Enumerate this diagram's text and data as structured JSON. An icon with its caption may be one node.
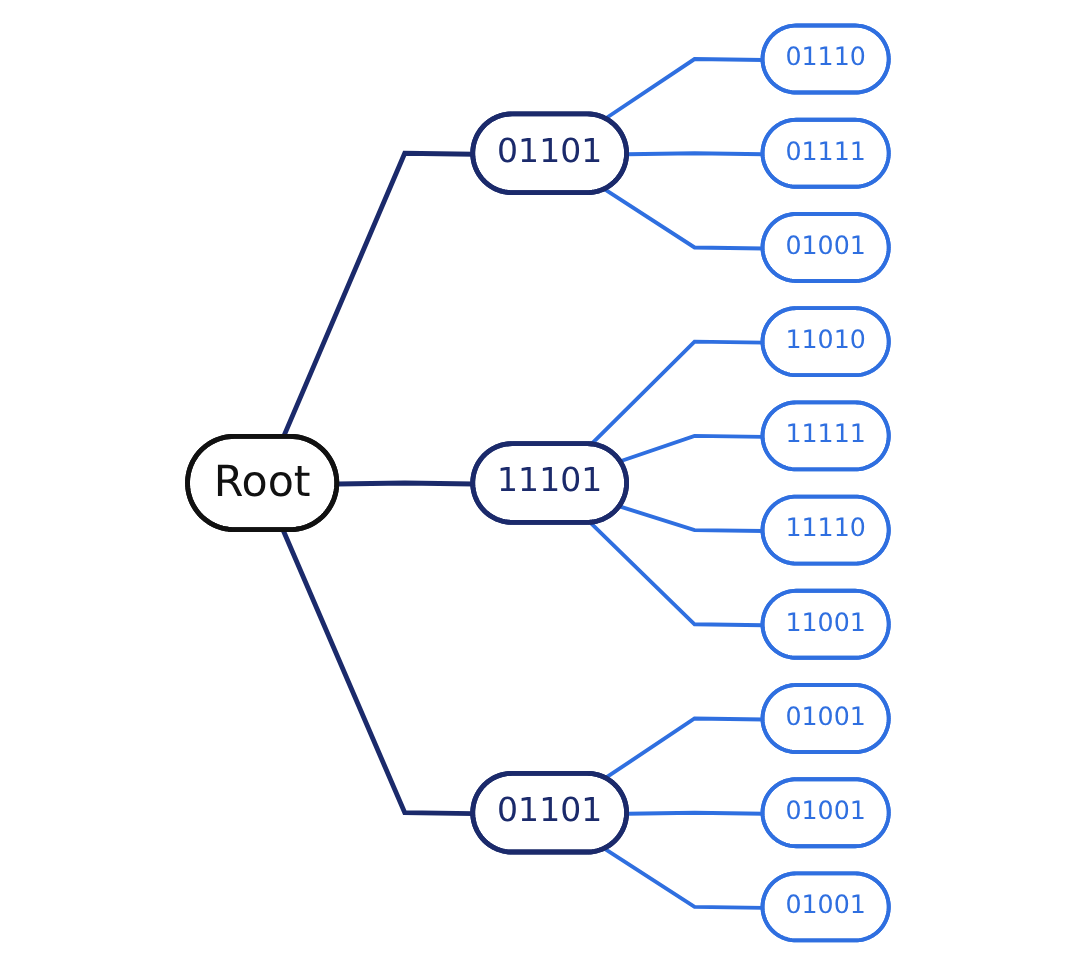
{
  "diagram": {
    "nodes": [
      {
        "text": [
          "Root"
        ]
      },
      {
        "text": [
          "01101"
        ]
      },
      {
        "text": [
          "01110"
        ]
      },
      {
        "text": [
          "01111"
        ]
      },
      {
        "text": [
          "01001"
        ]
      },
      {
        "text": [
          "11101"
        ]
      },
      {
        "text": [
          "11010"
        ]
      },
      {
        "text": [
          "11111"
        ]
      },
      {
        "text": [
          "11110"
        ]
      },
      {
        "text": [
          "11001"
        ]
      },
      {
        "text": [
          "01101"
        ]
      },
      {
        "text": [
          "01001"
        ]
      },
      {
        "text": [
          "01001"
        ]
      },
      {
        "text": [
          "01001"
        ]
      }
    ],
    "edges": [
      {
        "from": 0,
        "to": 1,
        "arrow": "none",
        "color": "#1b2a6b"
      },
      {
        "from": 1,
        "to": 2,
        "arrow": "none"
      },
      {
        "from": 1,
        "to": 3,
        "arrow": "none"
      },
      {
        "from": 1,
        "to": 4,
        "arrow": "none"
      },
      {
        "from": 0,
        "to": 5,
        "arrow": "none",
        "color": "#1b2a6b"
      },
      {
        "from": 5,
        "to": 6,
        "arrow": "none"
      },
      {
        "from": 5,
        "to": 7,
        "arrow": "none"
      },
      {
        "from": 5,
        "to": 8,
        "arrow": "none"
      },
      {
        "from": 5,
        "to": 9,
        "arrow": "none"
      },
      {
        "from": 0,
        "to": 10,
        "arrow": "none",
        "color": "#1b2a6b"
      },
      {
        "from": 10,
        "to": 11,
        "arrow": "none"
      },
      {
        "from": 10,
        "to": 12,
        "arrow": "none"
      },
      {
        "from": 10,
        "to": 13,
        "arrow": "none"
      }
    ]
  }
}
